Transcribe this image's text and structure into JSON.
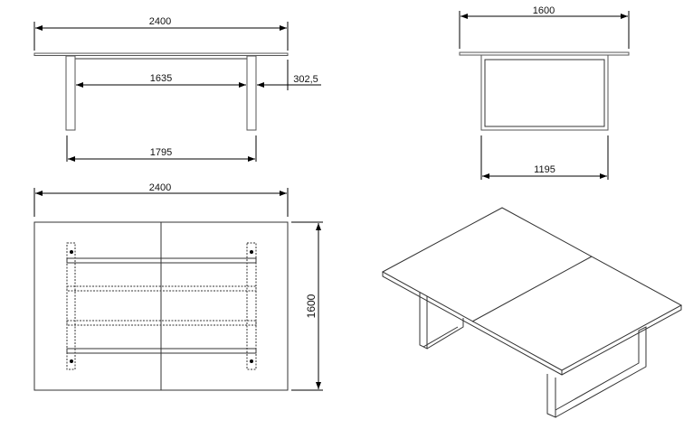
{
  "front_view": {
    "width_label": "2400",
    "inner_leg_span_label": "1635",
    "overhang_label": "302,5",
    "outer_leg_span_label": "1795"
  },
  "side_view": {
    "depth_label": "1600",
    "frame_width_label": "1195"
  },
  "top_view": {
    "width_label": "2400",
    "depth_label": "1600"
  },
  "colors": {
    "line": "#333333",
    "background": "#ffffff"
  }
}
